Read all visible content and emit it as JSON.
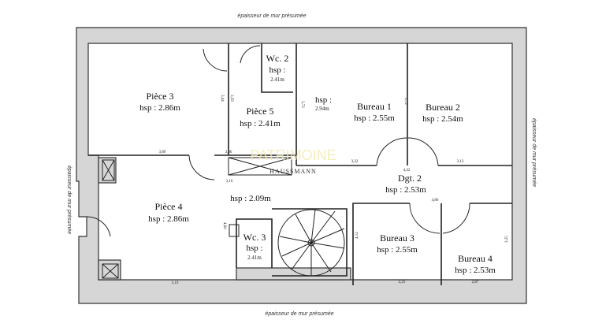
{
  "wall_note": "épaisseur de mur présumée",
  "rooms": {
    "piece3": {
      "name": "Pièce 3",
      "hsp": "hsp : 2.86m"
    },
    "piece5": {
      "name": "Pièce 5",
      "hsp": "hsp : 2.41m"
    },
    "wc2": {
      "name": "Wc. 2",
      "hsp": "hsp :",
      "height": "2.41m"
    },
    "anteroom": {
      "hsp": "hsp :",
      "height": "2.94m"
    },
    "bureau1": {
      "name": "Bureau 1",
      "hsp": "hsp : 2.55m"
    },
    "bureau2": {
      "name": "Bureau 2",
      "hsp": "hsp : 2.54m"
    },
    "dgt2": {
      "name": "Dgt. 2",
      "hsp": "hsp : 2.53m"
    },
    "piece4": {
      "name": "Pièce 4",
      "hsp": "hsp : 2.86m"
    },
    "hall": {
      "hsp": "hsp : 2.09m"
    },
    "wc3": {
      "name": "Wc. 3",
      "hsp": "hsp :",
      "height": "2.41m"
    },
    "bureau3": {
      "name": "Bureau 3",
      "hsp": "hsp : 2.55m"
    },
    "bureau4": {
      "name": "Bureau 4",
      "hsp": "hsp : 2.53m"
    }
  },
  "dimensions": [
    "3,89",
    "3,06",
    "3,16",
    "3,22",
    "3,13",
    "4,42",
    "4,86",
    "3,44",
    "3,59",
    "3,72",
    "3,72",
    "4,60",
    "3,19",
    "2,25",
    "2,87",
    "4,12",
    "3,25"
  ],
  "watermark": {
    "main": "PATRIMOINE",
    "sub": "HAUSSMANN",
    "colors": {
      "main": "#f3eab0"
    }
  }
}
